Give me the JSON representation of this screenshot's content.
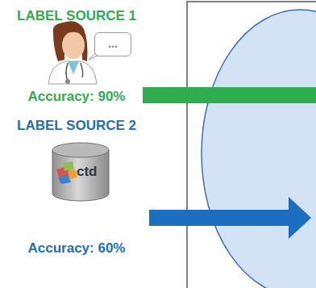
{
  "diagram": {
    "nodes": [
      {
        "text": [
          "..."
        ]
      },
      {
        "text": [
          "ctd"
        ]
      }
    ],
    "labels": [
      "LABEL SOURCE 1",
      "Accuracy: 90%",
      "LABEL SOURCE 2",
      "Accuracy: 60%"
    ]
  }
}
